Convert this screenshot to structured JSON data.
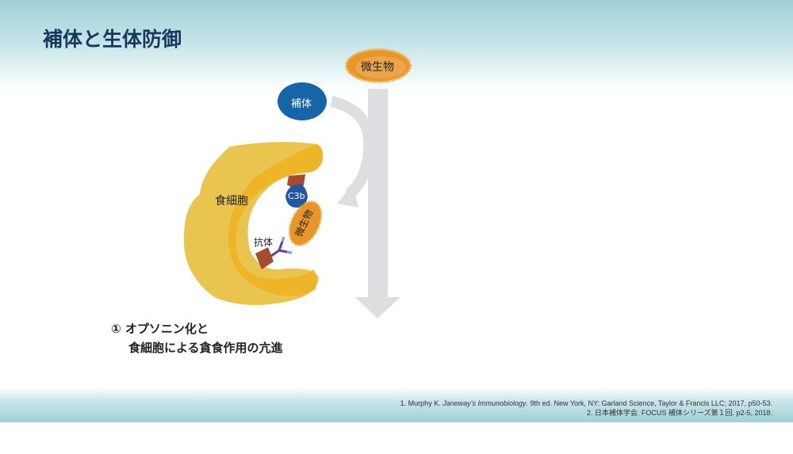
{
  "title": "補体と生体防御",
  "labels": {
    "microbe_top": "微生物",
    "complement": "補体",
    "phagocyte": "食細胞",
    "c3b": "C3b",
    "microbe_bound": "微生物",
    "antibody": "抗体"
  },
  "caption": {
    "line1": "① オプソニン化と",
    "line2": "食細胞による貪食作用の亢進"
  },
  "references": {
    "ref1_pre": "1. Murphy K. ",
    "ref1_italic": "Janeway's Immunobiology",
    "ref1_post": ". 9th ed. New York, NY: Garland Science, Taylor & Francis LLC; 2017, p50-53.",
    "ref2": "2. 日本補体学会. FOCUS 補体シリーズ第１回. p2-5, 2018."
  },
  "colors": {
    "title": "#17385a",
    "complement": "#1565a8",
    "phagocyte": "#e9c44e",
    "microbe": "#e8962a",
    "arrow": "#dcdedf"
  }
}
